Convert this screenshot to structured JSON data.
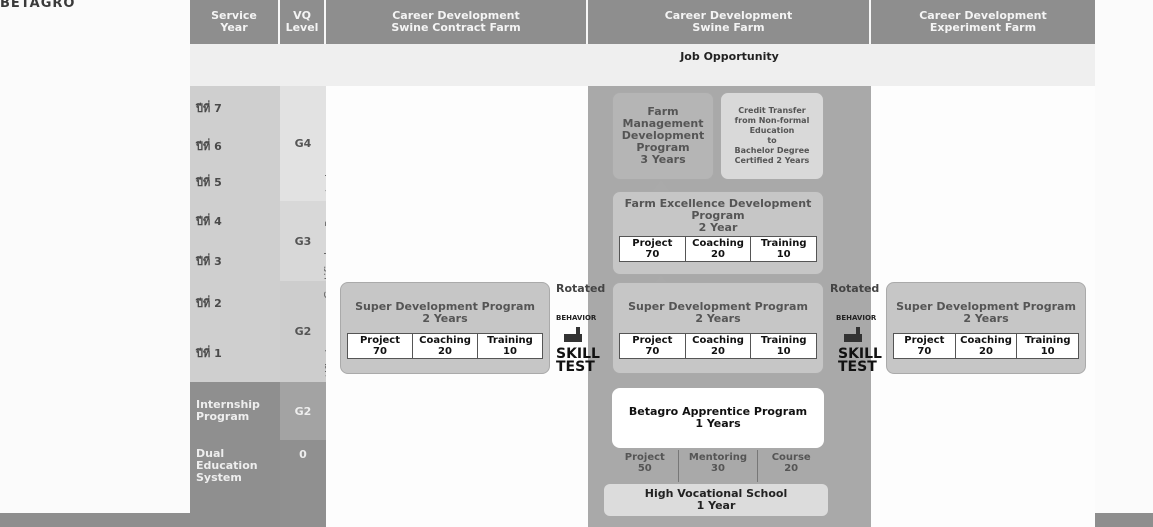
{
  "brand": "BETAGRO",
  "headers": {
    "service_year": "Service\nYear",
    "vq_level": "VQ\nLevel",
    "contract": "Career Development\nSwine Contract Farm",
    "swine": "Career Development\nSwine Farm",
    "experiment": "Career Development\nExperiment Farm"
  },
  "job_opportunity": "Job Opportunity",
  "years": [
    "ปีที่ 7",
    "ปีที่ 6",
    "ปีที่ 5",
    "ปีที่ 4",
    "ปีที่ 3",
    "ปีที่ 2",
    "ปีที่ 1"
  ],
  "internship": "Internship\nProgram",
  "dual": "Dual\nEducation\nSystem",
  "vq": {
    "g4": "G4",
    "g3": "G3",
    "g2": "G2",
    "g2_intern": "G2",
    "dual": "0"
  },
  "side_labels": {
    "certified": "Certified",
    "promoted": "Promoted",
    "certified2": "Certified",
    "certified3": "rtified"
  },
  "farm_mgmt": "Farm\nManagement\nDevelopment\nProgram\n3 Years",
  "credit": "Credit Transfer\nfrom Non-formal\nEducation\nto\nBachelor Degree\nCertified 2 Years",
  "excellence": {
    "title": "Farm Excellence Development\nProgram\n2 Year",
    "cols": [
      {
        "h": "Project",
        "v": "70"
      },
      {
        "h": "Coaching",
        "v": "20"
      },
      {
        "h": "Training",
        "v": "10"
      }
    ]
  },
  "super_left": {
    "title": "Super Development Program\n2 Years",
    "cols": [
      {
        "h": "Project",
        "v": "70"
      },
      {
        "h": "Coaching",
        "v": "20"
      },
      {
        "h": "Training",
        "v": "10"
      }
    ]
  },
  "super_mid": {
    "title": "Super Development Program\n2 Years",
    "cols": [
      {
        "h": "Project",
        "v": "70"
      },
      {
        "h": "Coaching",
        "v": "20"
      },
      {
        "h": "Training",
        "v": "10"
      }
    ]
  },
  "super_right": {
    "title": "Super Development Program\n2 Years",
    "cols": [
      {
        "h": "Project",
        "v": "70"
      },
      {
        "h": "Coaching",
        "v": "20"
      },
      {
        "h": "Training",
        "v": "10"
      }
    ]
  },
  "rotated": "Rotated",
  "behavior": "BEHAVIOR",
  "skill_test": "SKILL\nTEST",
  "apprentice": "Betagro Apprentice  Program\n1 Years",
  "apprentice_cols": [
    {
      "h": "Project",
      "v": "50"
    },
    {
      "h": "Mentoring",
      "v": "30"
    },
    {
      "h": "Course",
      "v": "20"
    }
  ],
  "vocational": "High Vocational School\n1 Year",
  "colors": {
    "header": "#8e8e8e",
    "box": "#c6c6c6",
    "column": "#a9a9a9"
  }
}
